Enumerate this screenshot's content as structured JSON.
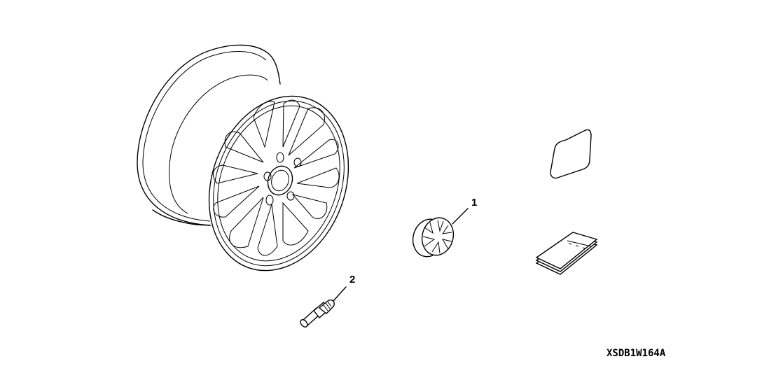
{
  "diagram": {
    "id_code": "XSDB1W164A",
    "line_color": "#000000",
    "background": "#ffffff",
    "parts": [
      {
        "key": "wheel",
        "label": "",
        "callout": null,
        "icon": "alloy-wheel-icon"
      },
      {
        "key": "center_cap",
        "label": "1",
        "callout": "1",
        "icon": "center-cap-icon"
      },
      {
        "key": "valve_stem",
        "label": "2",
        "callout": "2",
        "icon": "valve-stem-icon"
      },
      {
        "key": "sticker",
        "label": "",
        "callout": null,
        "icon": "label-sticker-icon"
      },
      {
        "key": "manual",
        "label": "",
        "callout": null,
        "icon": "instruction-booklet-icon"
      }
    ],
    "callouts": {
      "one": "1",
      "two": "2"
    }
  }
}
